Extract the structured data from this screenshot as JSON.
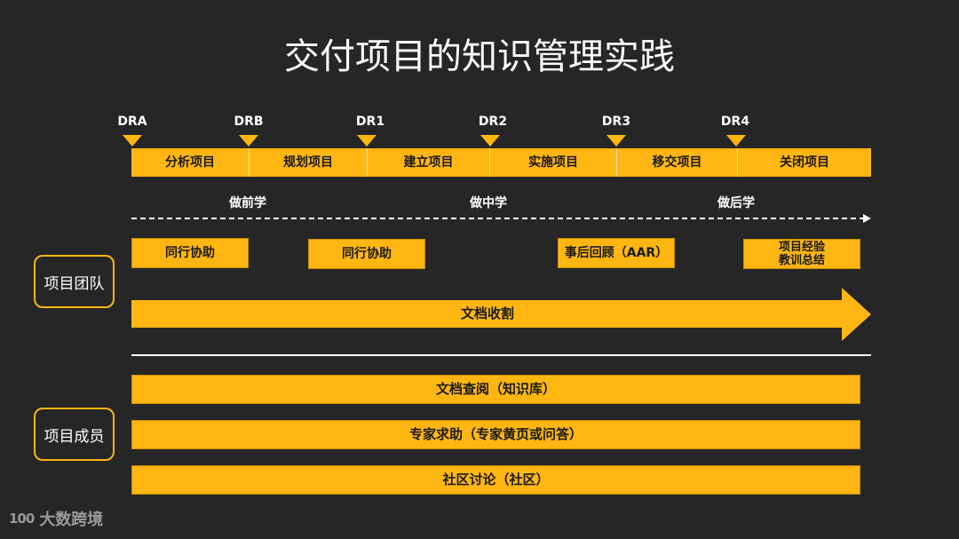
{
  "title": "交付项目的知识管理实践",
  "colors": {
    "background": "#262626",
    "accent": "#FFB612",
    "text_light": "#FFFFFF",
    "text_dark": "#1A1A1A"
  },
  "milestones": [
    "DRA",
    "DRB",
    "DR1",
    "DR2",
    "DR3",
    "DR4"
  ],
  "phases": [
    "分析项目",
    "规划项目",
    "建立项目",
    "实施项目",
    "移交项目",
    "关闭项目"
  ],
  "learning": {
    "before": "做前学",
    "during": "做中学",
    "after": "做后学"
  },
  "team": {
    "label": "项目团队",
    "activities": [
      "同行协助",
      "同行协助",
      "事后回顾（AAR）",
      "项目经验\n教训总结"
    ],
    "activity_lines": {
      "lesson_line1": "项目经验",
      "lesson_line2": "教训总结"
    },
    "arrow_label": "文档收割"
  },
  "members": {
    "label": "项目成员",
    "bars": [
      "文档查阅（知识库）",
      "专家求助（专家黄页或问答）",
      "社区讨论（社区）"
    ]
  },
  "logo": {
    "mark": "100",
    "text": "大数跨境"
  }
}
